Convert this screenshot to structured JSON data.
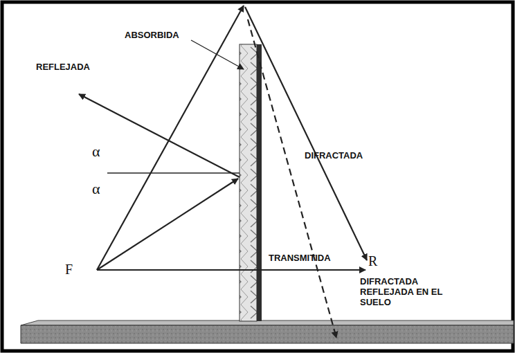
{
  "diagram": {
    "labels": [
      "ABSORBIDA",
      "REFLEJADA",
      "α",
      "α",
      "DIFRACTADA",
      "TRANSMITIDA",
      "F",
      "R",
      "DIFRACTADA REFLEJADA EN EL SUELO"
    ]
  }
}
